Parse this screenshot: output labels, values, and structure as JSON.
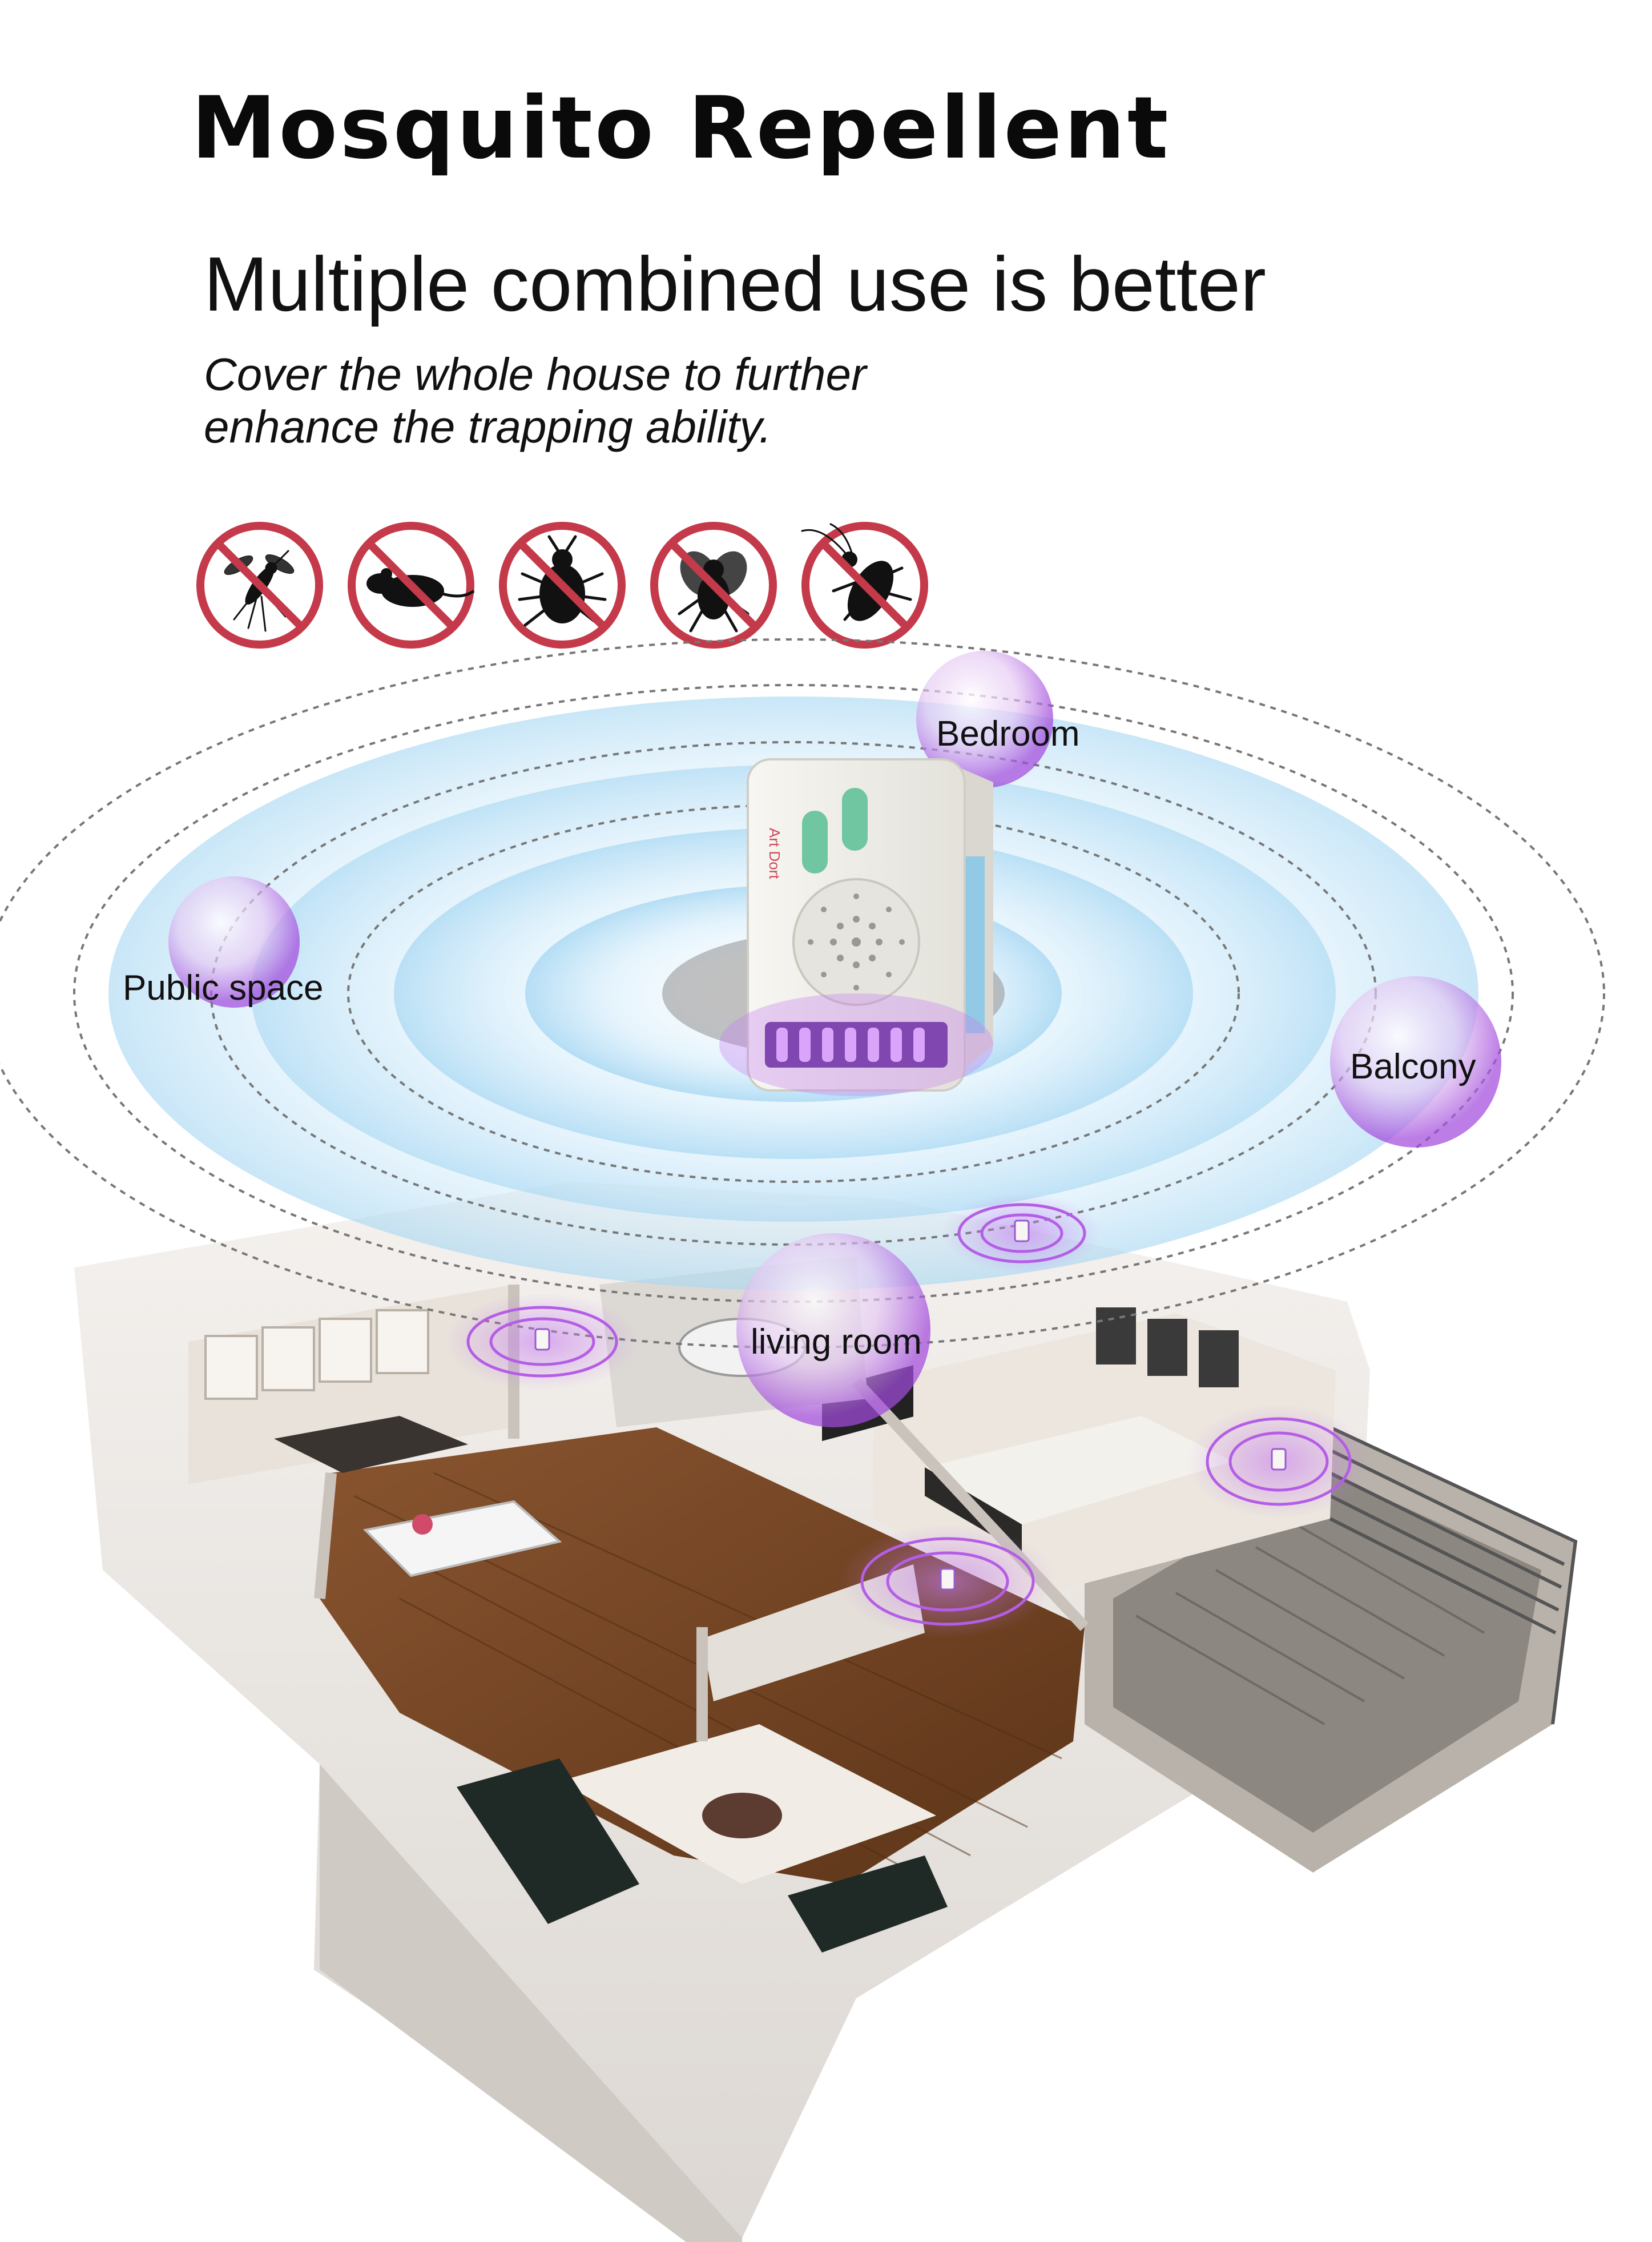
{
  "header": {
    "title": "Mosquito Repellent",
    "subtitle": "Multiple combined use is better",
    "tagline_line1": "Cover the whole house to further",
    "tagline_line2": "enhance the trapping ability."
  },
  "pest_icons": [
    {
      "icon": "mosquito-icon"
    },
    {
      "icon": "rat-icon"
    },
    {
      "icon": "bedbug-icon"
    },
    {
      "icon": "fly-icon"
    },
    {
      "icon": "cockroach-icon"
    }
  ],
  "rooms": {
    "bedroom": "Bedroom",
    "public_space": "Public space",
    "balcony": "Balcony",
    "living_room": "living room"
  },
  "device": {
    "brand_text": "Art Dort"
  },
  "colors": {
    "prohibition_red": "#c43a4a",
    "wave_blue": "#bfe3f7",
    "glow_purple": "#a24bdc",
    "floor_wood": "#7a4a26"
  }
}
